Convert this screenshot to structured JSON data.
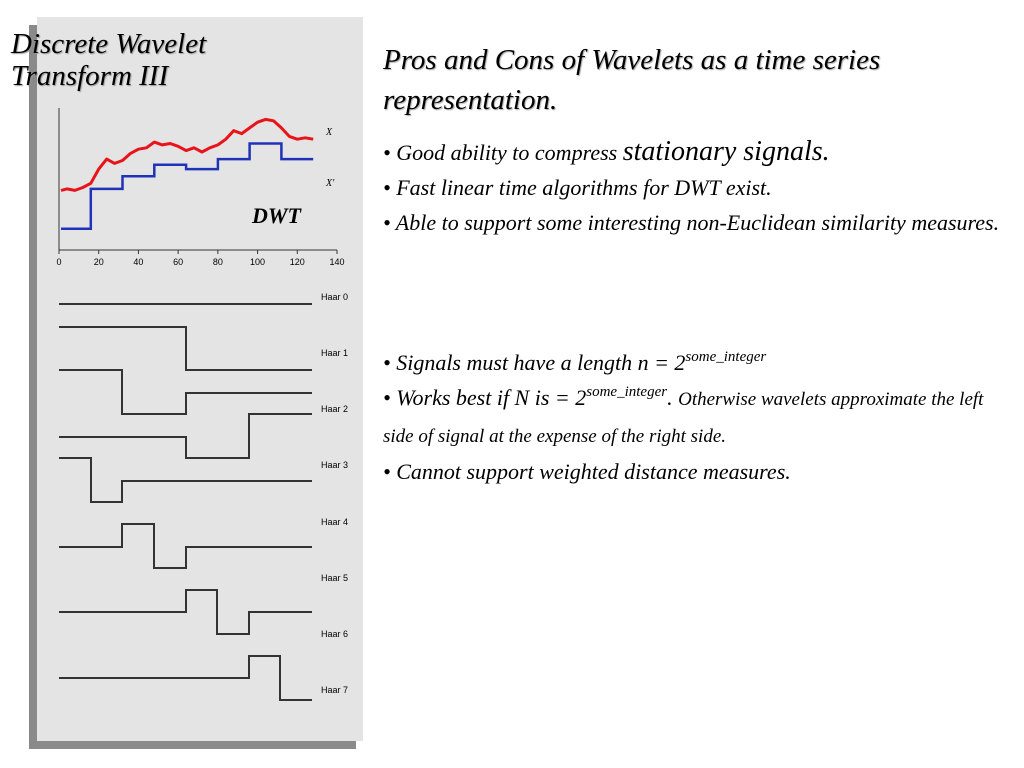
{
  "title": "Discrete Wavelet\nTransform III",
  "figure": {
    "series_labels": [
      "X",
      "X'"
    ],
    "annotation": "DWT",
    "x_ticks": [
      "0",
      "20",
      "40",
      "60",
      "80",
      "100",
      "120",
      "140"
    ],
    "haar_labels": [
      "Haar 0",
      "Haar 1",
      "Haar 2",
      "Haar 3",
      "Haar 4",
      "Haar 5",
      "Haar 6",
      "Haar 7"
    ],
    "colors": {
      "X": "#e8141a",
      "X_prime": "#1f33b8"
    }
  },
  "chart_data": {
    "type": "line",
    "xlim": [
      0,
      140
    ],
    "x_ticks": [
      0,
      20,
      40,
      60,
      80,
      100,
      120,
      140
    ],
    "series": [
      {
        "name": "X",
        "x": [
          1,
          4,
          8,
          12,
          16,
          20,
          24,
          28,
          32,
          36,
          40,
          44,
          48,
          52,
          56,
          60,
          64,
          68,
          72,
          76,
          80,
          84,
          88,
          92,
          96,
          100,
          104,
          108,
          112,
          116,
          120,
          124,
          128
        ],
        "y": [
          0.42,
          0.43,
          0.42,
          0.44,
          0.47,
          0.57,
          0.64,
          0.61,
          0.63,
          0.68,
          0.71,
          0.72,
          0.76,
          0.74,
          0.75,
          0.73,
          0.7,
          0.72,
          0.69,
          0.72,
          0.74,
          0.78,
          0.84,
          0.82,
          0.86,
          0.9,
          0.92,
          0.91,
          0.86,
          0.8,
          0.78,
          0.79,
          0.78
        ]
      },
      {
        "name": "X'",
        "x": [
          1,
          16,
          16,
          32,
          32,
          48,
          48,
          64,
          64,
          80,
          80,
          96,
          96,
          112,
          112,
          128
        ],
        "y": [
          0.15,
          0.15,
          0.43,
          0.43,
          0.52,
          0.52,
          0.6,
          0.6,
          0.57,
          0.57,
          0.64,
          0.64,
          0.75,
          0.75,
          0.64,
          0.64
        ]
      }
    ]
  },
  "heading": "Pros and Cons of Wavelets as a time series representation.",
  "pros": {
    "item1_lead": "• Good ability to compress ",
    "item1_emph": "stationary signals.",
    "item2": "• Fast linear time algorithms for DWT exist.",
    "item3": "• Able to support some interesting non-Euclidean similarity measures."
  },
  "cons": {
    "item1_lead": "• Signals must have a length n = 2",
    "item1_sup": "some_integer",
    "item2_lead": "• Works best if N is = 2",
    "item2_sup": "some_integer",
    "item2_mid": ". ",
    "item2_small1": "Otherwise wavelets",
    "item2_small2": " approximate the left side of signal at the expense of the right side.",
    "item3": "• Cannot support weighted distance measures."
  }
}
